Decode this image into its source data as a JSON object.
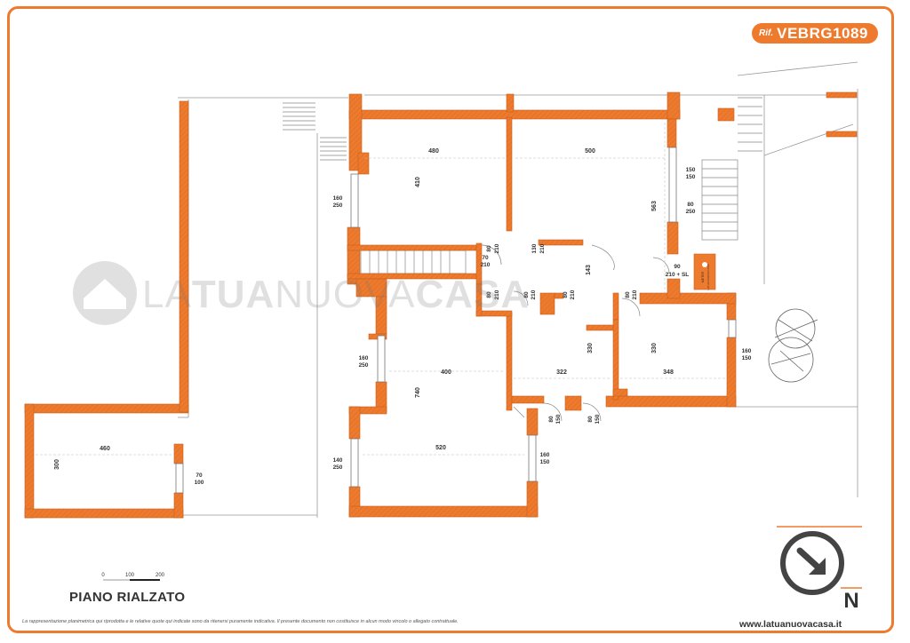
{
  "reference": {
    "prefix": "Rif.",
    "code": "VEBRG1089"
  },
  "watermark": {
    "part1": "LA",
    "part2": "TUA",
    "part3": "NUOVA",
    "part4": "CASA"
  },
  "floor_title": "PIANO RIALZATO",
  "scale": {
    "labels": [
      "0",
      "100",
      "200"
    ]
  },
  "disclaimer": "La rappresentazione planimetrica qui riprodotta e le relative quote qui indicate sono da ritenersi puramente indicativa. Il presente documento non costituisce in alcun modo vincolo o allegato contrattuale.",
  "website": "www.latuanuovacasa.it",
  "compass": {
    "label": "N"
  },
  "dimensions": {
    "room1_width": "480",
    "room1_height": "410",
    "room2_width": "500",
    "room2_height": "563",
    "hall": "143",
    "room3_width": "400",
    "room3_height": "740",
    "room3_bottom": "520",
    "room4_width": "322",
    "room4_height": "330",
    "room5_width": "348",
    "room5_height": "330",
    "garage_width": "460",
    "garage_height": "300"
  },
  "openings": {
    "w1": [
      "160",
      "250"
    ],
    "w2": [
      "150",
      "150"
    ],
    "w3": [
      "80",
      "250"
    ],
    "d1": [
      "70",
      "210"
    ],
    "d2": [
      "80",
      "210"
    ],
    "d3": [
      "130",
      "210"
    ],
    "d4": [
      "90",
      "210 + SL"
    ],
    "d5": [
      "80",
      "210"
    ],
    "d6": [
      "80",
      "210"
    ],
    "d7": [
      "80",
      "210"
    ],
    "w4": [
      "160",
      "250"
    ],
    "w5": [
      "160",
      "150"
    ],
    "w6": [
      "140",
      "250"
    ],
    "w7": [
      "160",
      "150"
    ],
    "d8": [
      "80",
      "150"
    ],
    "d9": [
      "80",
      "150"
    ],
    "d10": [
      "70",
      "100"
    ]
  },
  "meter": {
    "line1": "METER",
    "line2": "LATUA NUOVA CASA"
  },
  "colors": {
    "accent": "#ee7a2e",
    "wall": "#ee7a2e",
    "line": "#555555"
  }
}
